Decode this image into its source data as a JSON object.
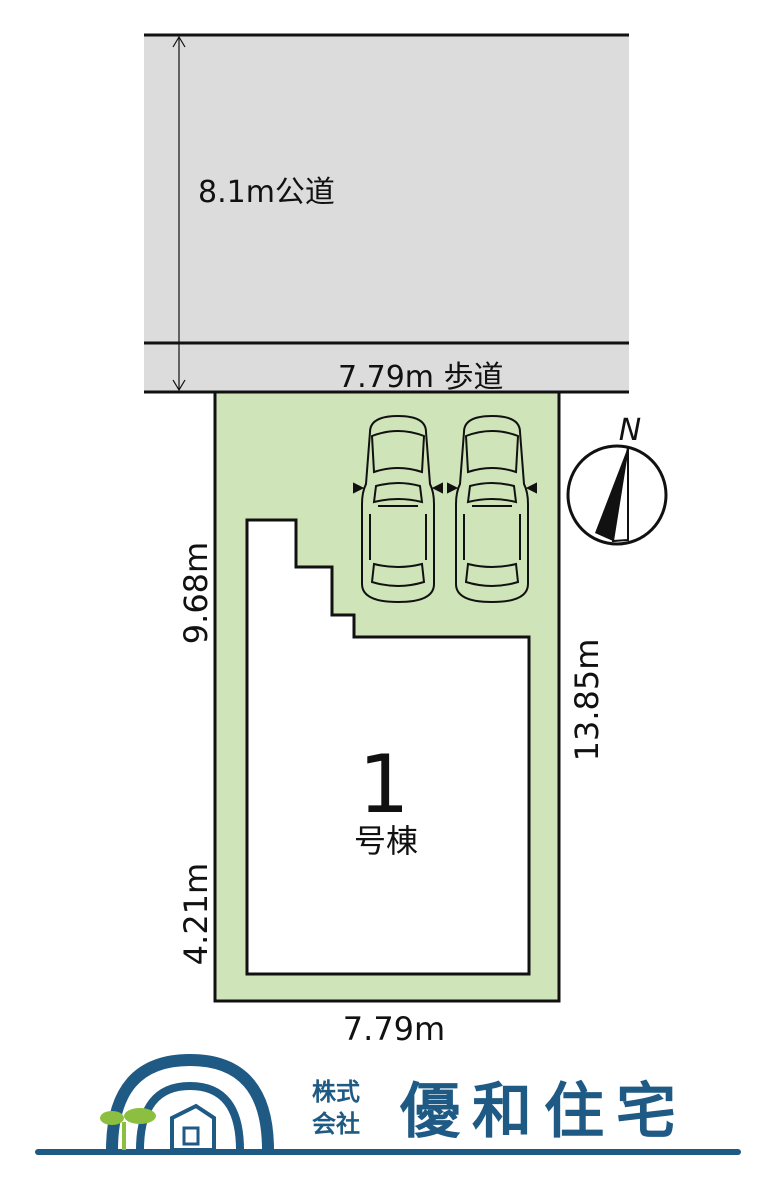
{
  "road": {
    "label": "8.1m公道",
    "sidewalk_label": "7.79m 歩道"
  },
  "lot": {
    "left_upper_dim": "9.68m",
    "left_lower_dim": "4.21m",
    "right_dim": "13.85m",
    "bottom_dim": "7.79m"
  },
  "building": {
    "number": "1",
    "label": "号棟"
  },
  "compass": {
    "label": "N"
  },
  "company": {
    "prefix_line1": "株式",
    "prefix_line2": "会社",
    "name": "優和住宅"
  },
  "colors": {
    "road": "#dcdcdd",
    "lot": "#cfe4b8",
    "logo_blue": "#1f5a85",
    "logo_green": "#8cbf3f"
  }
}
